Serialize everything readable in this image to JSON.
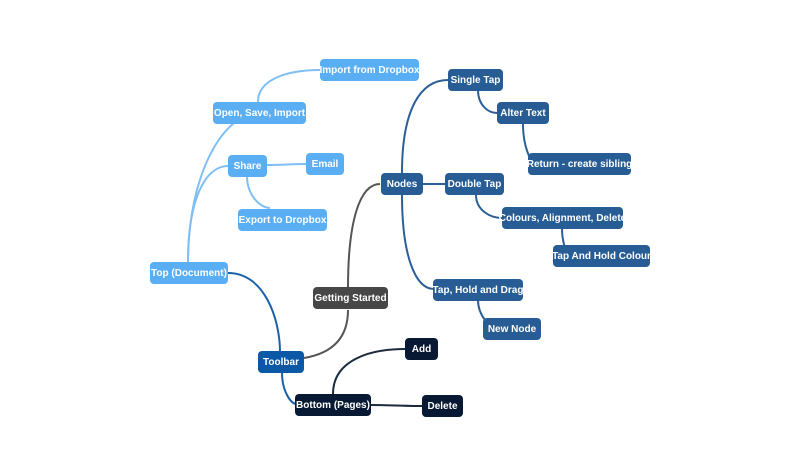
{
  "colors": {
    "light_branch": "#5aaef4",
    "nodes_branch": "#275d94",
    "toolbar_branch": "#0b58a6",
    "bottom_branch": "#081a33",
    "getting_started": "#474747",
    "link_light": "#7fbff5",
    "link_mid": "#2b5f95",
    "link_tool": "#1a5fa8",
    "link_dark": "#1b2a3d",
    "link_gray": "#555555"
  },
  "nodes": {
    "top_document": "Top (Document)",
    "open_save_import": "Open, Save, Import",
    "import_from_dropbox": "Import from Dropbox",
    "share": "Share",
    "email": "Email",
    "export_to_dropbox": "Export to Dropbox",
    "toolbar": "Toolbar",
    "bottom_pages": "Bottom (Pages)",
    "add": "Add",
    "delete": "Delete",
    "getting_started": "Getting Started",
    "nodes": "Nodes",
    "single_tap": "Single Tap",
    "alter_text": "Alter Text",
    "return_create_sibling": "Return - create sibling",
    "double_tap": "Double Tap",
    "colours_alignment_delete": "Colours, Alignment, Delete",
    "tap_and_hold_colour": "Tap And Hold Colour",
    "tap_hold_and_drag": "Tap, Hold and Drag",
    "new_node": "New Node"
  }
}
